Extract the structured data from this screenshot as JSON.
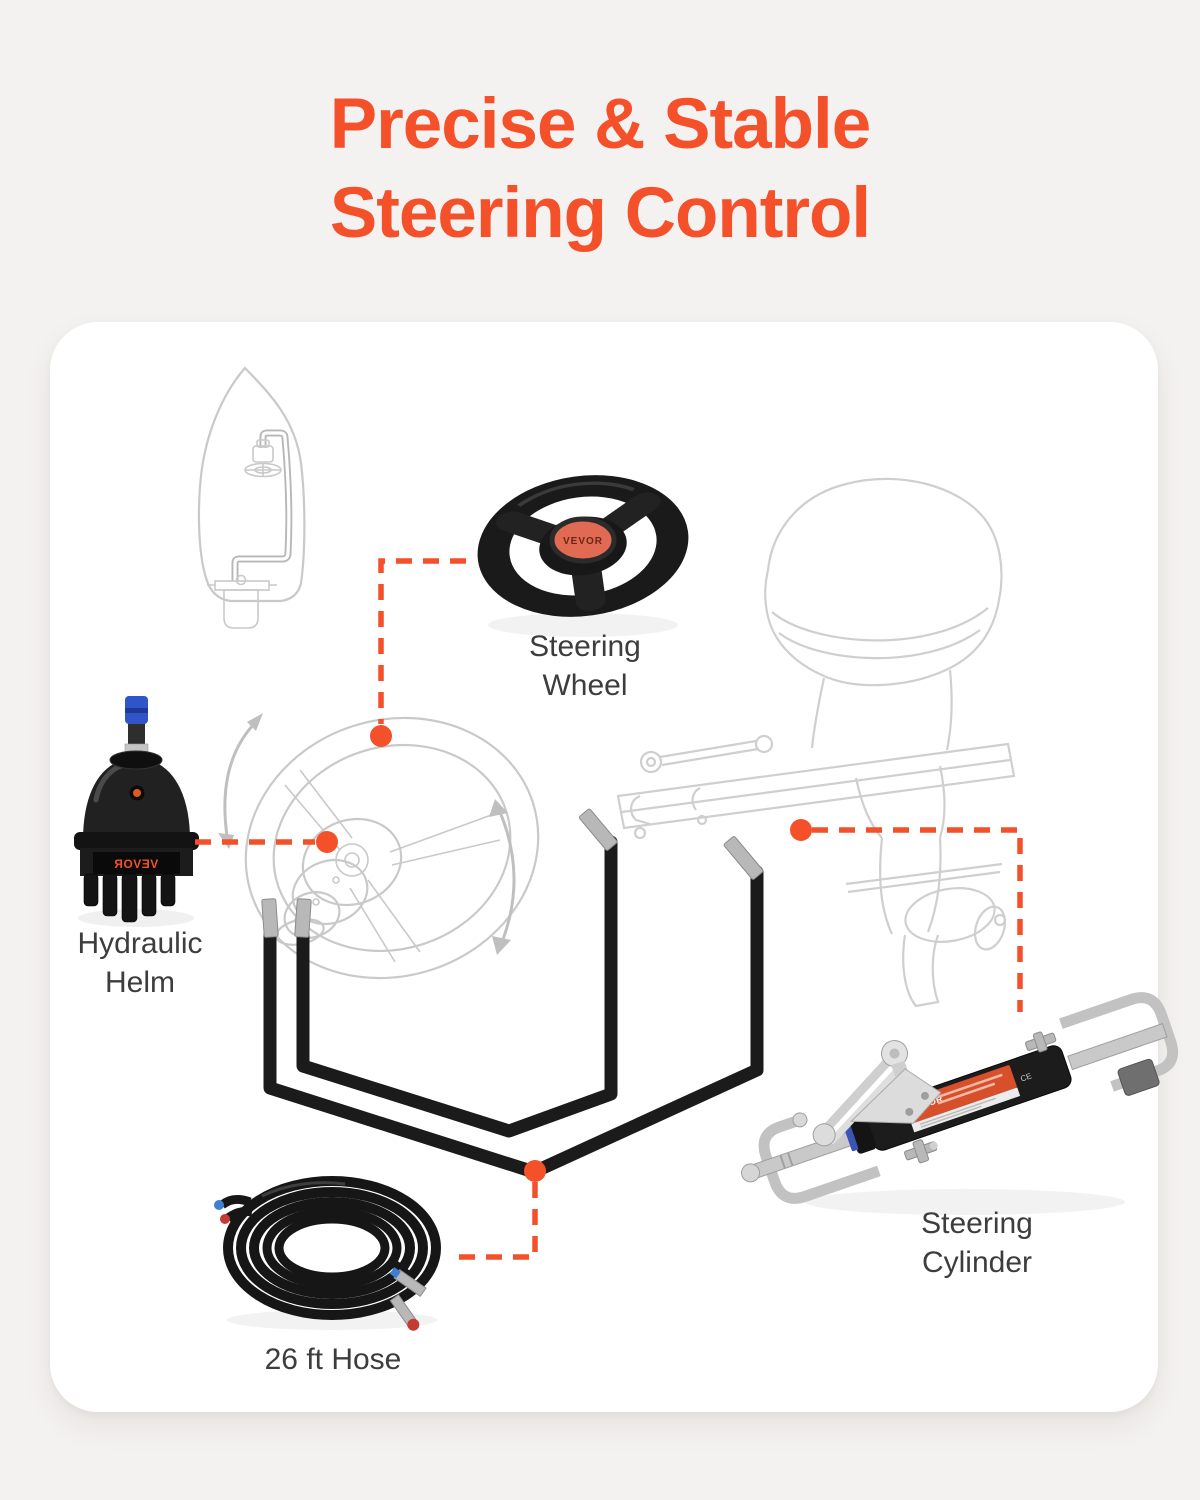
{
  "title": {
    "line1": "Precise & Stable",
    "line2": "Steering Control"
  },
  "brand": {
    "name": "VEVOR"
  },
  "diagram": {
    "steering_wheel": {
      "label_line1": "Steering",
      "label_line2": "Wheel"
    },
    "hydraulic_helm": {
      "label_line1": "Hydraulic",
      "label_line2": "Helm"
    },
    "hose": {
      "label": "26 ft Hose"
    },
    "steering_cylinder": {
      "label_line1": "Steering",
      "label_line2": "Cylinder"
    }
  },
  "colors": {
    "accent": "#F4502A",
    "label": "#3D3D3D",
    "sketch": "#C9C9C9",
    "hose_black": "#1B1B1B",
    "background": "#F4F2F0",
    "card": "#FFFFFF",
    "wheel_cap": "#E06B52",
    "blue_cap": "#2F55C8"
  }
}
